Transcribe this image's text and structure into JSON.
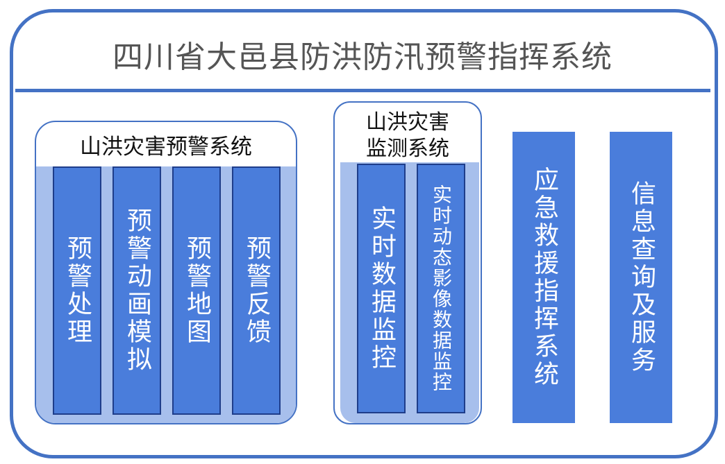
{
  "title": "四川省大邑县防洪防汛预警指挥系统",
  "groups": {
    "warning": {
      "title": "山洪灾害预警系统",
      "items": [
        "预警处理",
        "预警动画模拟",
        "预警地图",
        "预警反馈"
      ]
    },
    "monitoring": {
      "title_line1": "山洪灾害",
      "title_line2": "监测系统",
      "items": [
        "实时数据监控",
        "实时动态影像数据监控"
      ]
    }
  },
  "standalone": [
    "应急救援指挥系统",
    "信息查询及服务"
  ],
  "colors": {
    "border": "#4472c4",
    "column": "#4a7ddb",
    "group_fill": "#a7bfec",
    "title_text": "#555555"
  }
}
